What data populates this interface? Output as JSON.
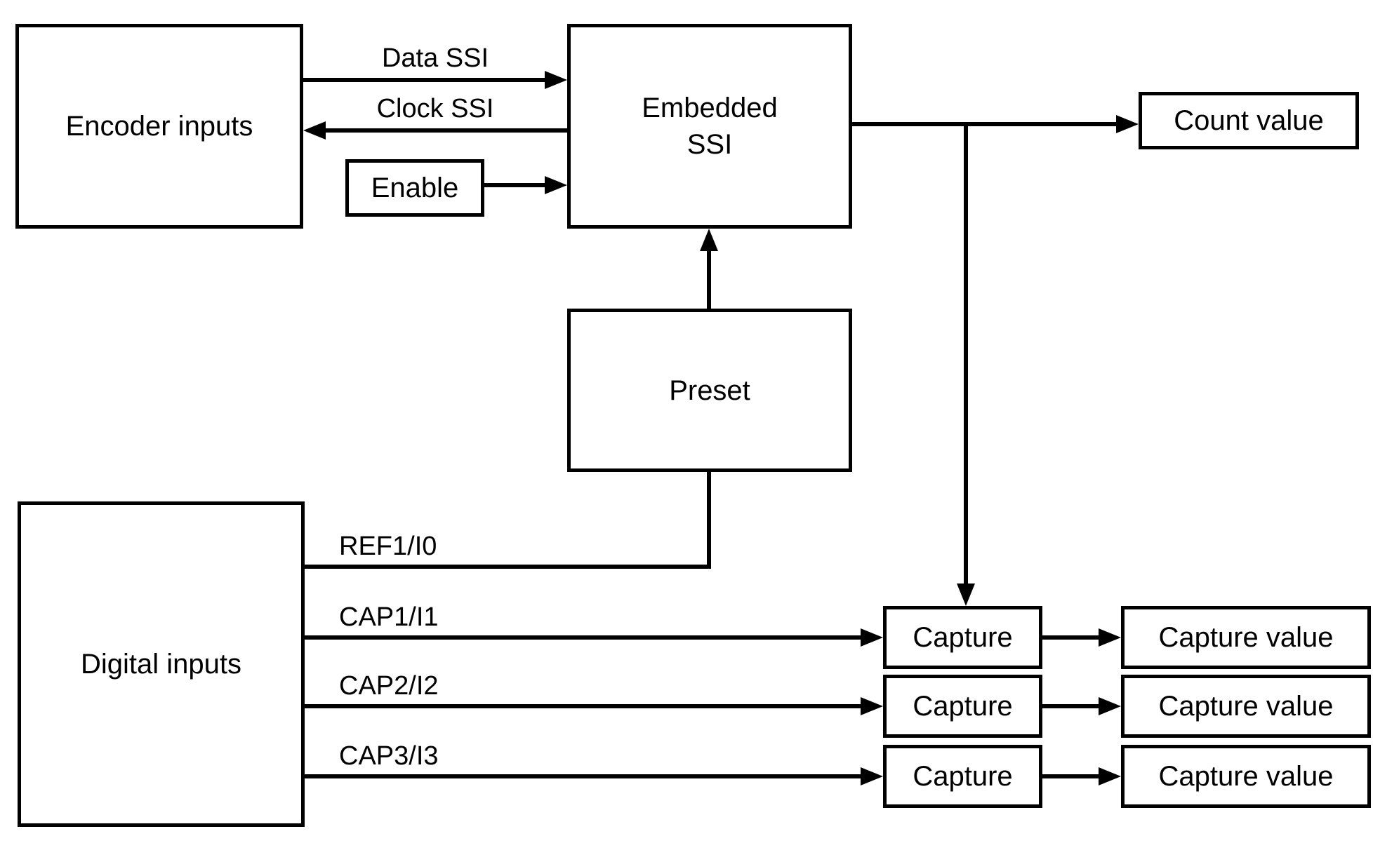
{
  "page": {
    "background_color": "#ffffff",
    "line_color": "#000000"
  },
  "boxes": {
    "encoder_inputs": "Encoder inputs",
    "embedded_ssi": "Embedded\nSSI",
    "count_value": "Count value",
    "enable": "Enable",
    "preset": "Preset",
    "digital_inputs": "Digital inputs"
  },
  "capture_rows": [
    {
      "capture": "Capture",
      "value": "Capture value"
    },
    {
      "capture": "Capture",
      "value": "Capture value"
    },
    {
      "capture": "Capture",
      "value": "Capture value"
    }
  ],
  "signals": {
    "data_ssi": "Data SSI",
    "clock_ssi": "Clock SSI",
    "ref1_i0": "REF1/I0",
    "cap1_i1": "CAP1/I1",
    "cap2_i2": "CAP2/I2",
    "cap3_i3": "CAP3/I3"
  }
}
